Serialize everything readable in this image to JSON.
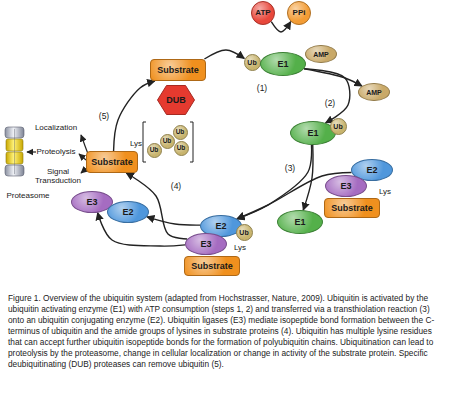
{
  "diagram": {
    "caption": "Figure 1. Overview of the ubiquitin system (adapted from Hochstrasser, Nature, 2009). Ubiquitin is activated by the ubiquitin activating enzyme (E1) with ATP consumption (steps 1, 2) and transferred via a transthiolation reaction (3) onto an ubiquitin conjugating enzyme (E2). Ubiquitin ligases (E3) mediate isopeptide bond formation between the C-terminus of ubiquitin and the amide groups of lysines in substrate proteins (4). Ubiquitin has multiple lysine residues that can accept further ubiquitin isopeptide bonds for the formation of polyubiquitin chains. Ubiquitination can lead to proteolysis by the proteasome, change in cellular localization or change in activity of the substrate protein. Specific deubiquitinating (DUB) proteases can remove ubiquitin (5).",
    "nodes": [
      {
        "text": [
          "ATP"
        ]
      },
      {
        "text": [
          "PPi"
        ]
      },
      {
        "text": [
          "Substrate"
        ]
      },
      {
        "text": [
          "DUB"
        ]
      },
      {
        "text": [
          "Ub"
        ]
      },
      {
        "text": [
          "E1"
        ]
      },
      {
        "text": [
          "AMP"
        ]
      },
      {
        "text": [
          "AMP"
        ]
      },
      {
        "text": [
          "E1"
        ]
      },
      {
        "text": [
          "Ub"
        ]
      },
      {
        "text": [
          "E2"
        ]
      },
      {
        "text": [
          "E3"
        ]
      },
      {
        "text": [
          "Substrate"
        ]
      },
      {
        "text": [
          "E1"
        ]
      },
      {
        "text": [
          "E2"
        ]
      },
      {
        "text": [
          "Ub"
        ]
      },
      {
        "text": [
          "E3"
        ]
      },
      {
        "text": [
          "Substrate"
        ]
      },
      {
        "text": [
          "E3"
        ]
      },
      {
        "text": [
          "E2"
        ]
      },
      {
        "text": [
          "Substrate"
        ]
      },
      {
        "text": [
          "Ub"
        ]
      },
      {
        "text": [
          "Ub"
        ]
      },
      {
        "text": [
          "Ub"
        ]
      },
      {
        "text": [
          "Ub"
        ]
      }
    ],
    "edges": [
      {
        "from": 20,
        "to": 2,
        "arrow": "to",
        "label": "(5)"
      },
      {
        "from": 0,
        "to": 1,
        "arrow": "to"
      },
      {
        "from": 2,
        "to": 4,
        "arrow": "to",
        "label": "(1)"
      },
      {
        "from": 5,
        "to": 8,
        "arrow": "to",
        "label": "(2)"
      },
      {
        "from": 5,
        "to": 7,
        "arrow": "to"
      },
      {
        "from": 8,
        "to": 14,
        "arrow": "to",
        "label": "(3)"
      },
      {
        "from": 10,
        "to": 14,
        "arrow": "to"
      },
      {
        "from": 8,
        "to": 13,
        "arrow": "to"
      },
      {
        "from": 16,
        "to": 20,
        "arrow": "to",
        "label": "(4)"
      },
      {
        "from": 16,
        "to": 18,
        "arrow": "to"
      },
      {
        "from": 14,
        "to": 19,
        "arrow": "to"
      }
    ],
    "labels": [
      "Lys",
      "Lys",
      "Lys",
      "Localization",
      "Proteolysis",
      "Signal Transduction",
      "Proteasome"
    ]
  }
}
